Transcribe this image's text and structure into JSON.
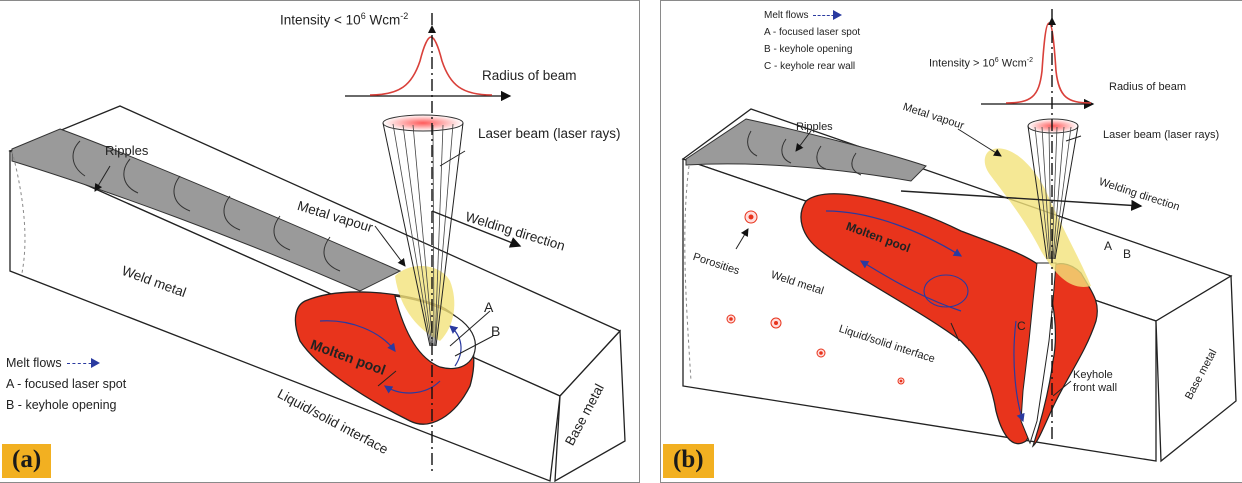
{
  "panel_a": {
    "badge": "(a)",
    "intensity": "Intensity < 10",
    "intensity_exp": "6",
    "intensity_unit": " Wcm",
    "intensity_unit_exp": "-2",
    "radius_of_beam": "Radius of beam",
    "laser_beam": "Laser beam (laser rays)",
    "welding_direction": "Welding direction",
    "metal_vapour": "Metal vapour",
    "ripples": "Ripples",
    "weld_metal": "Weld metal",
    "molten_pool": "Molten pool",
    "liquid_solid": "Liquid/solid interface",
    "base_metal": "Base metal",
    "point_a": "A",
    "point_b": "B",
    "legend": {
      "melt_flows": "Melt flows",
      "a": "A - focused laser spot",
      "b": "B - keyhole opening"
    }
  },
  "panel_b": {
    "badge": "(b)",
    "intensity": "Intensity > 10",
    "intensity_exp": "6",
    "intensity_unit": " Wcm",
    "intensity_unit_exp": "-2",
    "radius_of_beam": "Radius of beam",
    "laser_beam": "Laser beam (laser rays)",
    "welding_direction": "Welding direction",
    "metal_vapour": "Metal vapour",
    "ripples": "Ripples",
    "porosities": "Porosities",
    "weld_metal": "Weld metal",
    "molten_pool": "Molten pool",
    "liquid_solid": "Liquid/solid interface",
    "base_metal": "Base metal",
    "keyhole_front_wall": "Keyhole front wall",
    "point_a": "A",
    "point_b": "B",
    "point_c": "C",
    "legend": {
      "melt_flows": "Melt flows",
      "a": "A - focused laser spot",
      "b": "B - keyhole opening",
      "c": "C - keyhole rear wall"
    }
  },
  "colors": {
    "molten_pool": "#e8341c",
    "vapour": "#f3e27a",
    "ripples": "#8f8f8f",
    "badge": "#f2b021",
    "flow_arrows": "#2a3aa0"
  }
}
